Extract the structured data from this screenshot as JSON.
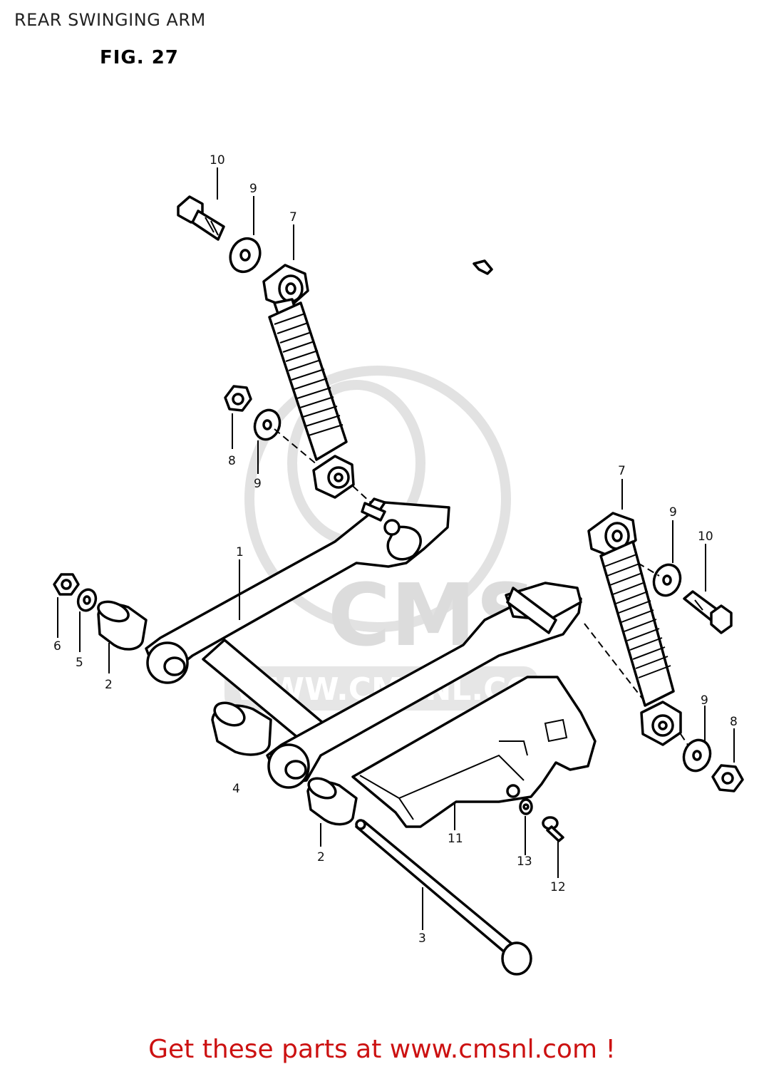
{
  "header": {
    "title": "REAR SWINGING ARM",
    "figure": "FIG. 27"
  },
  "callouts": {
    "c1": "1",
    "c2a": "2",
    "c2b": "2",
    "c3": "3",
    "c4": "4",
    "c5": "5",
    "c6": "6",
    "c7a": "7",
    "c7b": "7",
    "c8a": "8",
    "c8b": "8",
    "c9a": "9",
    "c9b": "9",
    "c9c": "9",
    "c9d": "9",
    "c10a": "10",
    "c10b": "10",
    "c11": "11",
    "c12": "12",
    "c13": "13"
  },
  "watermark": {
    "brand": "CMS",
    "url": "WWW.CMSNL.COM"
  },
  "footer": {
    "link_text": "Get these parts at www.cmsnl.com !"
  },
  "colors": {
    "footer": "#cc1111",
    "ink": "#000000",
    "watermark": "#e0e0e0"
  }
}
